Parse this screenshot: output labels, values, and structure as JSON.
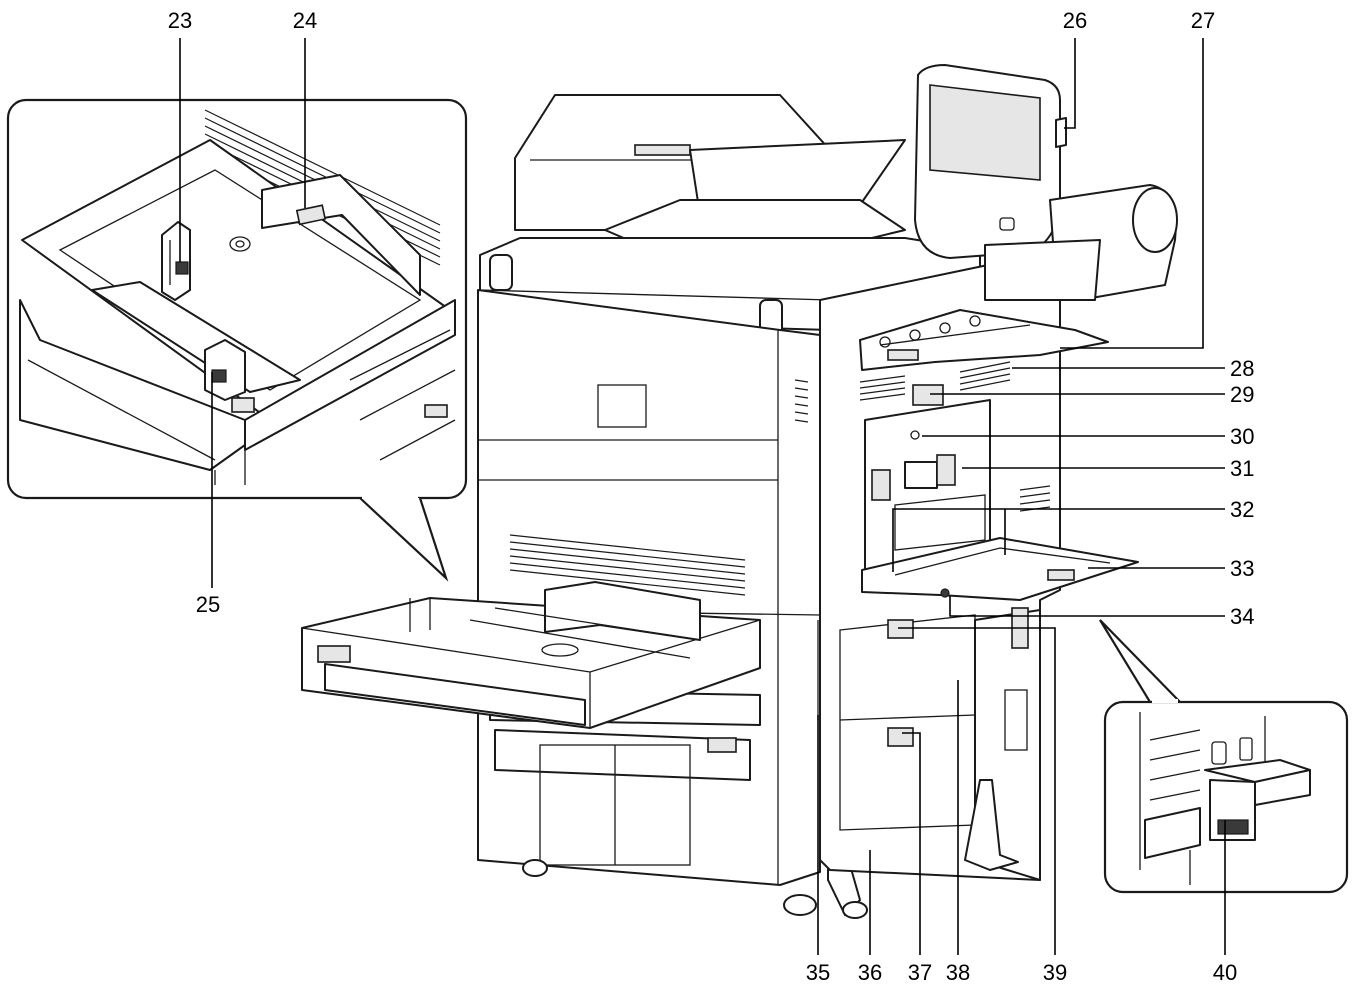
{
  "callouts": [
    {
      "number": "23"
    },
    {
      "number": "24"
    },
    {
      "number": "25"
    },
    {
      "number": "26"
    },
    {
      "number": "27"
    },
    {
      "number": "28"
    },
    {
      "number": "29"
    },
    {
      "number": "30"
    },
    {
      "number": "31"
    },
    {
      "number": "32"
    },
    {
      "number": "33"
    },
    {
      "number": "34"
    },
    {
      "number": "35"
    },
    {
      "number": "36"
    },
    {
      "number": "37"
    },
    {
      "number": "38"
    },
    {
      "number": "39"
    },
    {
      "number": "40"
    }
  ]
}
